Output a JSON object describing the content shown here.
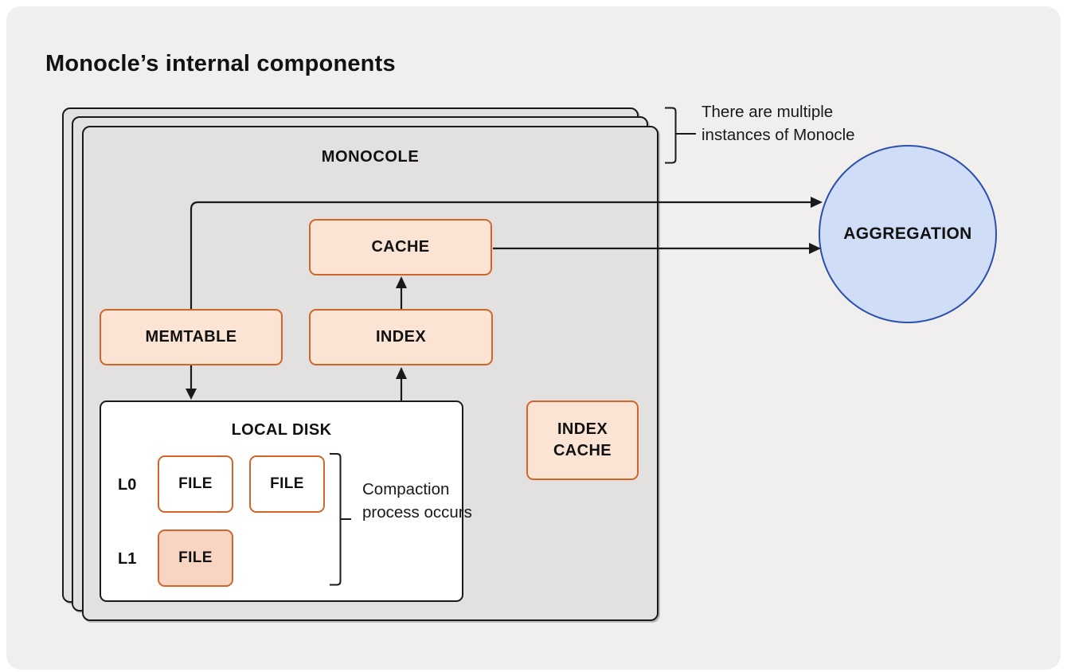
{
  "title": "Monocle’s internal components",
  "diagram": {
    "instance_label": "MONOCOLE",
    "instances_note": "There are multiple instances of Monocle",
    "nodes": {
      "memtable": "MEMTABLE",
      "cache": "CACHE",
      "index": "INDEX",
      "index_cache": "INDEX CACHE",
      "aggregation": "AGGREGATION"
    },
    "local_disk": {
      "title": "LOCAL DISK",
      "levels": [
        {
          "label": "L0",
          "files": [
            "FILE",
            "FILE"
          ]
        },
        {
          "label": "L1",
          "files": [
            "FILE"
          ]
        }
      ],
      "note": "Compaction process occurs"
    },
    "colors": {
      "panel_background": "#f0efee",
      "instance_box_fill": "#e2e1e0",
      "node_fill": "#fce4d5",
      "node_border": "#d2652a",
      "compacted_file_fill": "#f8d5c2",
      "aggregation_fill": "#cfddf6",
      "aggregation_border": "#2c4fae",
      "connector": "#1a1a1a"
    }
  }
}
